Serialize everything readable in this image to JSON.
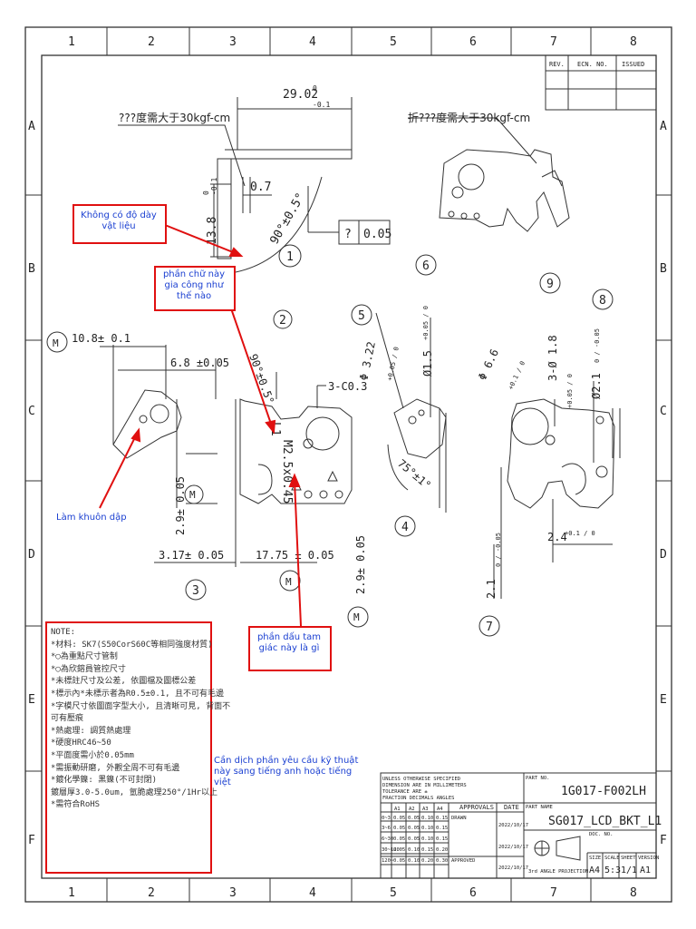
{
  "border": {
    "columns": [
      "1",
      "2",
      "3",
      "4",
      "5",
      "6",
      "7",
      "8"
    ],
    "rows": [
      "A",
      "B",
      "C",
      "D",
      "E",
      "F"
    ]
  },
  "revision_table": {
    "rev": "REV.",
    "ecn": "ECN. NO.",
    "issued": "ISSUED"
  },
  "dims": {
    "d_29": "29.02",
    "d_29_tol_up": "0",
    "d_29_tol_lo": "-0.1",
    "d_13": "13.8",
    "d_13_tol_up": "0",
    "d_13_tol_lo": "-0.1",
    "d_07": "0.7",
    "d_90a": "90°±0.5°",
    "d_005": "0.05",
    "d_q": "?",
    "d_90b": "90°±0.5°",
    "d_30": "3-C0.3",
    "d_m25": "M2.5x0.45",
    "d_l1": "L1",
    "d_108": "10.8± 0.1",
    "d_68": "6.8 ±0.05",
    "d_29c": "2.9± 0.05",
    "d_317": "3.17± 0.05",
    "d_1775": "17.75 ± 0.05",
    "d_29d": "2.9± 0.05",
    "d_322": "Φ 3.22",
    "d_322_tol": "+0.05 / 0",
    "d_15": "Ø1.5",
    "d_15_tol": "+0.05 / 0",
    "d_75": "75°±1°",
    "d_66": "Φ 6.6",
    "d_66_tol": "+0.1 / 0",
    "d_318": "3-Ø 1.8",
    "d_318_tol": "+0.05 / 0",
    "d_21": "Ø2.1",
    "d_21_tol": "0 / -0.05",
    "d_24": "2.4",
    "d_24_tol": "+0.1 / 0",
    "d_21b": "2.1",
    "d_21b_tol": "0 / -0.05"
  },
  "balloons": [
    "1",
    "2",
    "3",
    "4",
    "5",
    "6",
    "7",
    "8",
    "9",
    "M"
  ],
  "callouts": {
    "top_left": "???度需大于30kgf-cm",
    "top_right": "折???度需大于30kgf-cm"
  },
  "annotations": {
    "thickness": "Không có độ dày vật liệu",
    "text_machining": "phần chữ này gia công như thế nào",
    "stamping": "Làm khuôn dập",
    "triangle": "phần dấu tam giác này là gì",
    "translate": "Cần dịch phần yêu cầu kỹ thuật này sang tiếng anh hoặc tiếng việt"
  },
  "notes": [
    "NOTE:",
    "*材料: SK7(S50CorS60C等相同強度材質)",
    "*◯為重點尺寸管制",
    "*◯為欣鎔員管控尺寸",
    "*未標註尺寸及公差, 依圖檔及圖標公差",
    "*標示內*未標示者為R0.5±0.1, 且不可有毛邊",
    "*字模尺寸依圖面字型大小, 且清晰可見, 背面不",
    "可有壓痕",
    "*熱處理: 調質熱處理",
    "*硬度HRC46~50",
    "*平面度需小於0.05mm",
    "*需振動研磨, 外觀全周不可有毛邊",
    "*鍍化學鎳: 黑鎳(不可封閉)",
    "鍍層厚3.0-5.0um, 氫脆處理250°/1Hr以上",
    "*需符合RoHS"
  ],
  "title_block": {
    "unless": "UNLESS OTHERWISE SPECIFIED",
    "dim_mm": "DIMENSION ARE IN MILLIMETERS",
    "tol": "TOLERANCE ARE ±",
    "frac": "FRACTION DECIMALS ANGLES",
    "approvals": "APPROVALS",
    "date": "DATE",
    "drawn": "DRAWN",
    "approved": "APPROVED",
    "date1": "2022/10/17",
    "date2": "2022/10/17",
    "date3": "2022/10/17",
    "part_no_label": "PART NO.",
    "part_no": "1G017-F002LH",
    "part_name_label": "PART NAME",
    "part_name": "SG017_LCD_BKT_L1",
    "doc_no_label": "DOC. NO.",
    "projection": "3rd ANGLE PROJECTION",
    "size_label": "SIZE",
    "size": "A4",
    "scale_label": "SCALE",
    "scale": "5:3",
    "sheet_label": "SHEET",
    "sheet": "1/1",
    "version_label": "VERSION",
    "version": "A1",
    "tol_cols": [
      "A1",
      "A2",
      "A3",
      "A4"
    ],
    "tol_rows": [
      [
        "0~3",
        "0.05",
        "0.05",
        "0.10",
        "0.15"
      ],
      [
        "3~6",
        "0.05",
        "0.05",
        "0.10",
        "0.15"
      ],
      [
        "6~30",
        "0.05",
        "0.05",
        "0.10",
        "0.15"
      ],
      [
        "30~120",
        "0.05",
        "0.10",
        "0.15",
        "0.20"
      ],
      [
        "120~",
        "0.05",
        "0.10",
        "0.20",
        "0.30"
      ]
    ]
  },
  "colors": {
    "accent": "#e01010",
    "annotation_text": "#1a3fd1",
    "line": "#333333"
  }
}
